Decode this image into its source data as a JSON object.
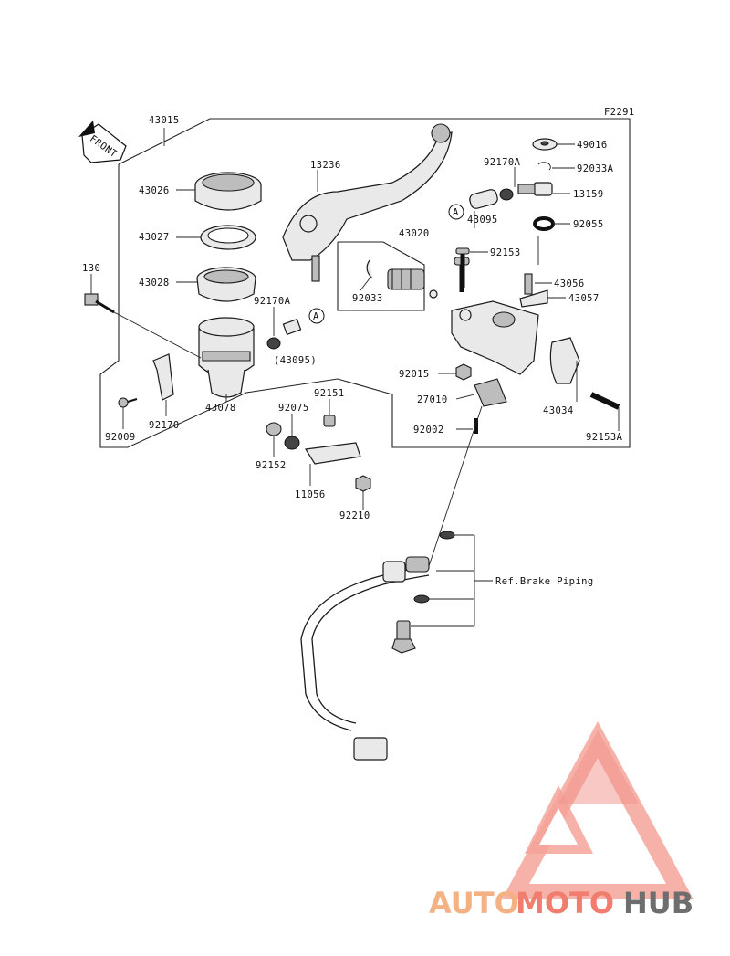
{
  "diagram": {
    "code": "F2291",
    "front_label": "FRONT",
    "ref_note": "Ref.Brake Piping",
    "callout_marker": "A"
  },
  "parts": {
    "p43015": "43015",
    "p43026": "43026",
    "p43027": "43027",
    "p43028": "43028",
    "p130": "130",
    "p92170A_1": "92170A",
    "p43095_paren": "(43095)",
    "p43078": "43078",
    "p92170": "92170",
    "p92009": "92009",
    "p13236": "13236",
    "p43020": "43020",
    "p92033": "92033",
    "p92170A_2": "92170A",
    "p43095": "43095",
    "p92153": "92153",
    "p49016": "49016",
    "p92033A": "92033A",
    "p13159": "13159",
    "p92055": "92055",
    "p43056": "43056",
    "p43057": "43057",
    "p92015": "92015",
    "p27010": "27010",
    "p92002": "92002",
    "p43034": "43034",
    "p92153A": "92153A",
    "p92151": "92151",
    "p92075": "92075",
    "p92152": "92152",
    "p11056": "11056",
    "p92210": "92210"
  },
  "watermark": {
    "part1": "AUTO",
    "part2": "MOTO",
    "part3": "HUB",
    "color_orange": "#f4b183",
    "color_red": "#f07d6e",
    "color_grey": "#6e6e6e"
  }
}
